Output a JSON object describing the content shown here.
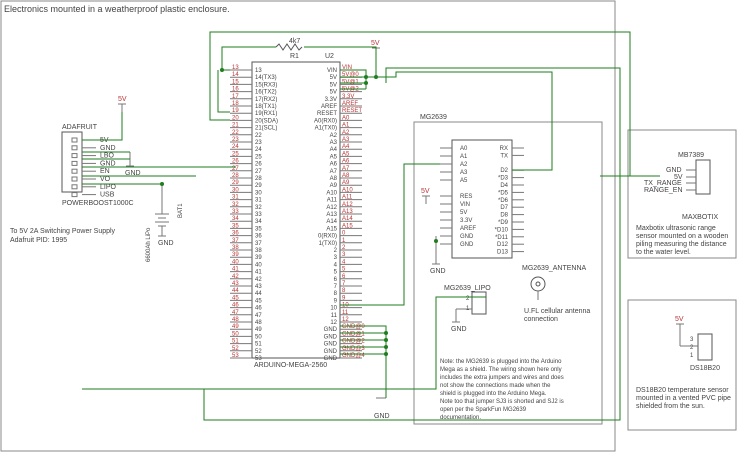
{
  "title": "Electronics mounted in a weatherproof plastic enclosure.",
  "adafruit": {
    "name": "ADAFRUIT",
    "part": "POWERBOOST1000C",
    "pins": [
      "5V",
      "GND",
      "LBO",
      "GND",
      "EN",
      "VO",
      "LIPO",
      "USB"
    ],
    "note_lines": [
      "To 5V 2A Switching Power Supply",
      "Adafruit PID: 1995"
    ]
  },
  "battery": {
    "name": "BAT1",
    "value": "6600Ah LiPo"
  },
  "resistor": {
    "value": "4k7",
    "name": "R1"
  },
  "labels": {
    "v5": "5V",
    "gnd": "GND"
  },
  "mega": {
    "name": "U2",
    "value": "ARDUINO-MEGA-2560",
    "left_nums": [
      "13",
      "14",
      "15",
      "16",
      "17",
      "18",
      "19",
      "20",
      "21",
      "22",
      "23",
      "24",
      "25",
      "26",
      "27",
      "28",
      "29",
      "30",
      "31",
      "32",
      "33",
      "34",
      "35",
      "36",
      "37",
      "38",
      "39",
      "40",
      "41",
      "42",
      "43",
      "44",
      "45",
      "46",
      "47",
      "48",
      "49",
      "50",
      "51",
      "52",
      "53"
    ],
    "left_labels": [
      "13",
      "14(TX3)",
      "15(RX3)",
      "16(TX2)",
      "17(RX2)",
      "18(TX1)",
      "19(RX1)",
      "20(SDA)",
      "21(SCL)",
      "22",
      "23",
      "24",
      "25",
      "26",
      "27",
      "28",
      "29",
      "30",
      "31",
      "32",
      "33",
      "34",
      "35",
      "36",
      "37",
      "38",
      "39",
      "40",
      "41",
      "42",
      "43",
      "44",
      "45",
      "46",
      "47",
      "48",
      "49",
      "50",
      "51",
      "52",
      "53"
    ],
    "right_labels": [
      "VIN",
      "5V",
      "5V",
      "5V",
      "3.3V",
      "AREF",
      "RESET",
      "A0(RX0)",
      "A1(TX0)",
      "A2",
      "A3",
      "A4",
      "A5",
      "A6",
      "A7",
      "A8",
      "A9",
      "A10",
      "A11",
      "A12",
      "A13",
      "A14",
      "A15",
      "0(RX0)",
      "1(TX0)",
      "2",
      "3",
      "4",
      "5",
      "6",
      "7",
      "8",
      "9",
      "10",
      "11",
      "12",
      "GND",
      "GND",
      "GND",
      "GND",
      "GND"
    ],
    "right_nets": [
      "VIN",
      "5V@0",
      "5V@1",
      "5V@2",
      "3.3V",
      "AREF",
      "RESET",
      "A0",
      "A1",
      "A2",
      "A3",
      "A4",
      "A5",
      "A6",
      "A7",
      "A8",
      "A9",
      "A10",
      "A11",
      "A12",
      "A13",
      "A14",
      "A15",
      "0",
      "1",
      "2",
      "3",
      "4",
      "5",
      "6",
      "7",
      "8",
      "9",
      "10",
      "11",
      "12",
      "GND@0",
      "GND@1",
      "GND@2",
      "GND@3",
      "GND@4"
    ]
  },
  "mg2639": {
    "title": "MG2639",
    "left_pins": [
      "A0",
      "A1",
      "A2",
      "A3",
      "A5",
      "",
      "RES",
      "VIN",
      "5V",
      "3.3V",
      "AREF",
      "GND",
      "GND"
    ],
    "right_pins": [
      "RX",
      "TX",
      "",
      "D2",
      "*D3",
      "D4",
      "*D5",
      "*D6",
      "D7",
      "D8",
      "*D9",
      "*D10",
      "*D11",
      "D12",
      "D13"
    ],
    "lipo_label": "MG2639_LIPO",
    "lipo_pins": [
      "2",
      "1"
    ],
    "antenna_label": "MG2639_ANTENNA",
    "antenna_note": [
      "U.FL cellular antenna",
      "connection"
    ],
    "note": [
      "Note: the MG2639 is plugged into the Arduino",
      "Mega as a shield.  The wiring shown here only",
      "includes the extra jumpers and wires and does",
      "not show the connections made when the",
      "shield is plugged into the Arduino Mega.",
      "Note too that jumper SJ3 is shorted and SJ2 is",
      "open per the SparkFun MG2639",
      "documentation."
    ]
  },
  "mb7389": {
    "name": "MB7389",
    "value": "MAXBOTIX",
    "pins": [
      "GND",
      "5V",
      "TX_RANGE",
      "RANGE_EN"
    ],
    "note": [
      "Maxbotix ultrasonic range",
      "sensor mounted on a wooden",
      "piling measuring the distance",
      "to the water level."
    ]
  },
  "ds18b20": {
    "name": "DS18B20",
    "pins": [
      "3",
      "2",
      "1"
    ],
    "note": [
      "DS18B20 temperature sensor",
      "mounted in a vented PVC pipe",
      "shielded from the sun."
    ]
  }
}
